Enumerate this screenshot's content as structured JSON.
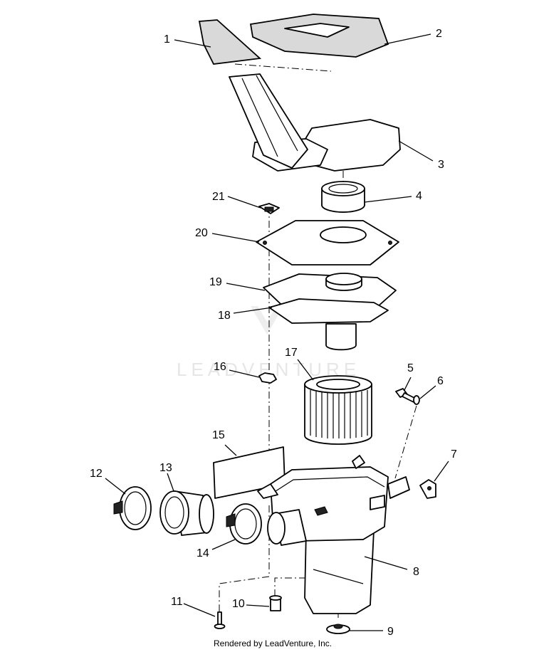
{
  "callouts": {
    "c1": "1",
    "c2": "2",
    "c3": "3",
    "c4": "4",
    "c5": "5",
    "c6": "6",
    "c7": "7",
    "c8": "8",
    "c9": "9",
    "c10": "10",
    "c11": "11",
    "c12": "12",
    "c13": "13",
    "c14": "14",
    "c15": "15",
    "c16": "16",
    "c17": "17",
    "c18": "18",
    "c19": "19",
    "c20": "20",
    "c21": "21"
  },
  "watermark": "LEADVENTURE",
  "footer": "Rendered by LeadVenture, Inc."
}
